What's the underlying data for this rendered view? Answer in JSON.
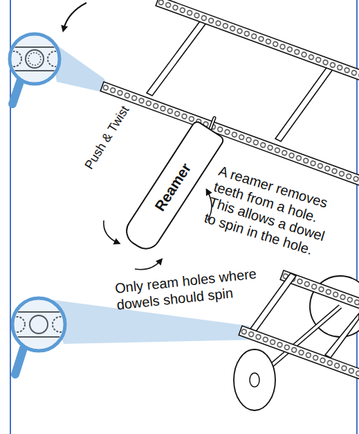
{
  "diagram": {
    "nodes": [
      {
        "text": [
          "Reamer"
        ]
      }
    ],
    "labels": [
      "Push & Twist",
      "A reamer removes teeth from a hole. This allows a dowel to spin in the hole.",
      "Only ream holes where dowels should spin"
    ]
  }
}
